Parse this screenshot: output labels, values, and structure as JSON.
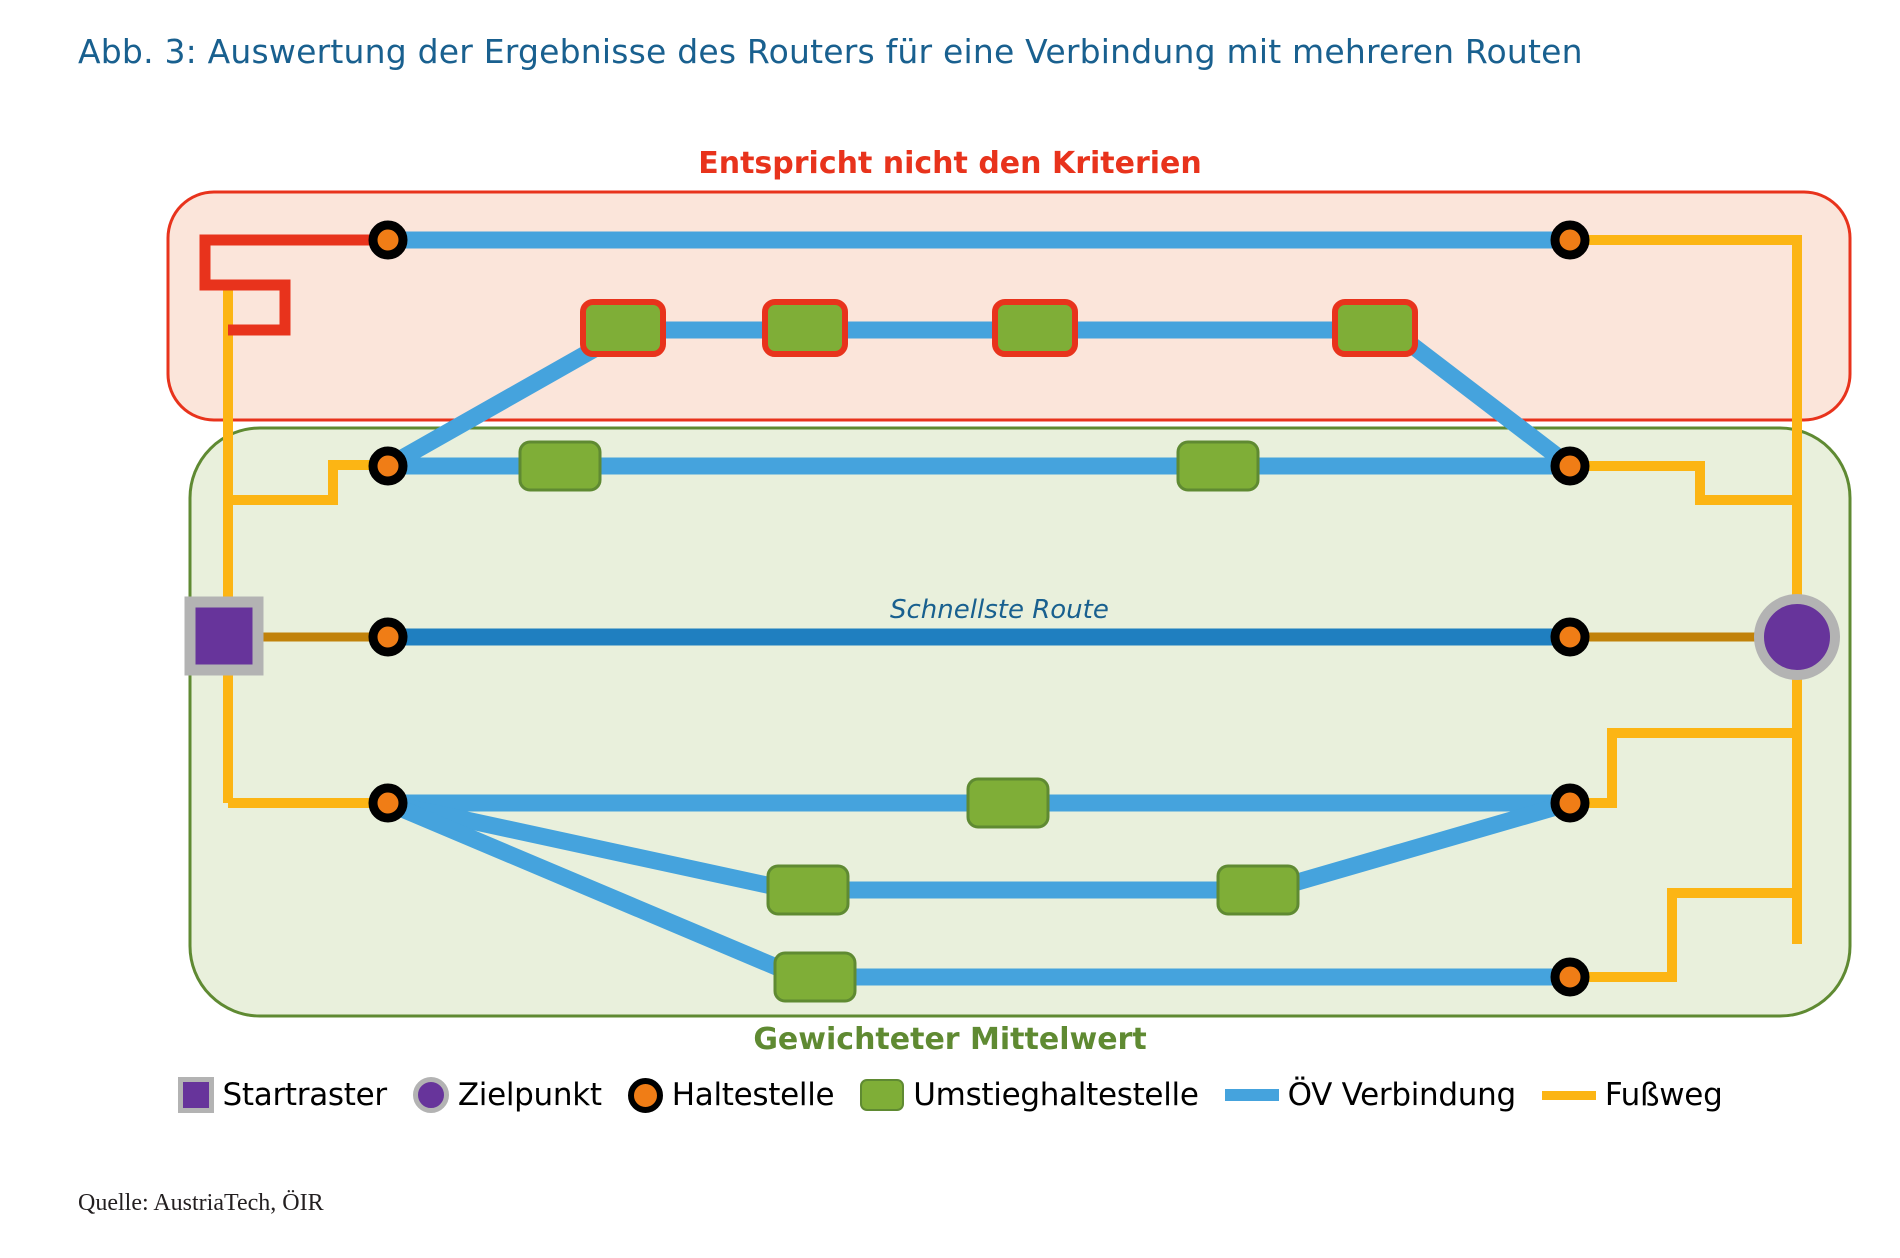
{
  "figure": {
    "title": "Abb. 3: Auswertung der Ergebnisse des Routers für eine Verbindung mit mehreren Routen",
    "source": "Quelle: AustriaTech, ÖIR"
  },
  "bands": {
    "reject": {
      "label": "Entspricht nicht den Kriterien",
      "fill": "#fbe5da",
      "stroke": "#e8331c"
    },
    "accept": {
      "label": "Gewichteter Mittelwert",
      "fill": "#e9f0dc",
      "stroke": "#5f8a32"
    }
  },
  "annotations": {
    "fastest_route": "Schnellste Route"
  },
  "legend": {
    "items": [
      {
        "key": "startraster",
        "label": "Startraster",
        "icon": "square-swatch",
        "color": "#67349b"
      },
      {
        "key": "zielpunkt",
        "label": "Zielpunkt",
        "icon": "circle-swatch",
        "color": "#67349b"
      },
      {
        "key": "haltestelle",
        "label": "Haltestelle",
        "icon": "stop-circle-swatch",
        "color": "#f07d16"
      },
      {
        "key": "umstieghaltestelle",
        "label": "Umstieghaltestelle",
        "icon": "rounded-rect-swatch",
        "color": "#7fae37"
      },
      {
        "key": "oev-verbindung",
        "label": "ÖV Verbindung",
        "icon": "line-swatch",
        "color": "#45a3dd"
      },
      {
        "key": "fussweg",
        "label": "Fußweg",
        "icon": "line-swatch",
        "color": "#fcb514"
      }
    ]
  },
  "colors": {
    "transit_line": "#45a3dd",
    "fastest_line": "#1f7fc0",
    "walk_line": "#fcb514",
    "reject_walk_line": "#e8331c",
    "start_connector": "#c1820a",
    "stop_fill": "#f07d16",
    "stop_stroke": "#000000",
    "transfer_fill": "#7fae37",
    "transfer_stroke": "#5f8a32",
    "transfer_reject_stroke": "#e8331c",
    "start_raster": "#67349b",
    "target_point": "#67349b",
    "marker_halo": "#b3b3b3",
    "title_blue": "#19608f"
  },
  "chart_data": {
    "type": "diagram",
    "title": "Auswertung der Ergebnisse des Routers für eine Verbindung mit mehreren Routen",
    "groups": [
      {
        "name": "Entspricht nicht den Kriterien",
        "routes": [
          {
            "id": "r1",
            "nodes": [
              "haltestelle",
              "haltestelle"
            ],
            "transfers": 0,
            "walk_color": "#e8331c"
          },
          {
            "id": "r2",
            "nodes": [
              "umstieg",
              "umstieg",
              "umstieg",
              "umstieg"
            ],
            "transfers": 4,
            "note": "Umstiegshaltestellen rot umrandet"
          }
        ]
      },
      {
        "name": "Gewichteter Mittelwert",
        "routes": [
          {
            "id": "r3",
            "nodes": [
              "haltestelle",
              "umstieg",
              "umstieg",
              "haltestelle"
            ],
            "transfers": 2
          },
          {
            "id": "r4",
            "nodes": [
              "haltestelle",
              "haltestelle"
            ],
            "transfers": 0,
            "label": "Schnellste Route",
            "highlight": true
          },
          {
            "id": "r5",
            "nodes": [
              "haltestelle",
              "umstieg",
              "haltestelle"
            ],
            "transfers": 1
          },
          {
            "id": "r6",
            "nodes": [
              "haltestelle",
              "umstieg",
              "umstieg",
              "haltestelle"
            ],
            "transfers": 2
          },
          {
            "id": "r7",
            "nodes": [
              "haltestelle",
              "umstieg",
              "haltestelle"
            ],
            "transfers": 1
          }
        ]
      }
    ],
    "endpoints": {
      "start": "Startraster",
      "target": "Zielpunkt"
    },
    "legend_entries": [
      "Startraster",
      "Zielpunkt",
      "Haltestelle",
      "Umstieghaltestelle",
      "ÖV Verbindung",
      "Fußweg"
    ]
  }
}
